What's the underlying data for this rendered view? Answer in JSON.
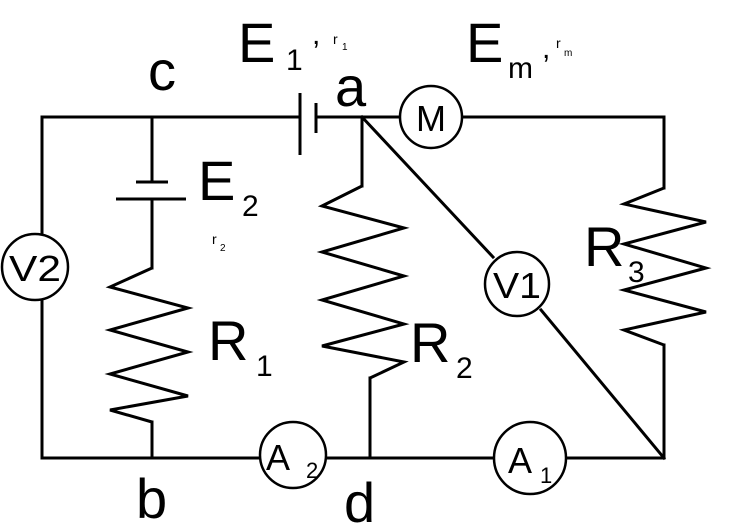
{
  "nodes": {
    "a": "a",
    "b": "b",
    "c": "c",
    "d": "d"
  },
  "sources": {
    "e1": {
      "label": "E",
      "sub": "1",
      "r": "r",
      "r_sub": "1"
    },
    "em": {
      "label": "E",
      "sub": "m",
      "r": "r",
      "r_sub": "m"
    },
    "e2": {
      "label": "E",
      "sub": "2",
      "r": "r",
      "r_sub": "2"
    }
  },
  "resistors": {
    "r1": {
      "label": "R",
      "sub": "1"
    },
    "r2": {
      "label": "R",
      "sub": "2"
    },
    "r3": {
      "label": "R",
      "sub": "3"
    }
  },
  "meters": {
    "motor": {
      "label": "M"
    },
    "v1": {
      "label": "V1"
    },
    "v2": {
      "label": "V2"
    },
    "a1": {
      "label": "A",
      "sub": "1"
    },
    "a2": {
      "label": "A",
      "sub": "2"
    }
  },
  "separator": ","
}
